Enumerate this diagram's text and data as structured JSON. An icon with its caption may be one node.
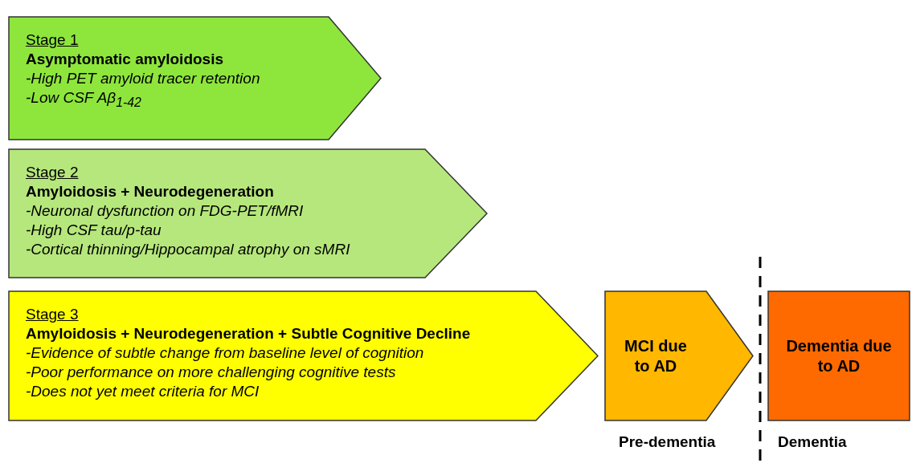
{
  "diagram": {
    "nodes": [
      {
        "text": [
          "Stage 1",
          "Asymptomatic amyloidosis",
          "-High PET amyloid tracer retention",
          "-Low CSF Aβ$_{1-42}$"
        ]
      },
      {
        "text": [
          "Stage 2",
          "Amyloidosis + Neurodegeneration",
          "-Neuronal dysfunction on FDG-PET/fMRI",
          "-High CSF tau/p-tau",
          "-Cortical thinning/Hippocampal atrophy on sMRI"
        ]
      },
      {
        "text": [
          "Stage 3",
          "Amyloidosis + Neurodegeneration + Subtle Cognitive Decline",
          "-Evidence of subtle change from baseline level of cognition",
          "-Poor performance on more challenging cognitive tests",
          "-Does not yet meet criteria for MCI"
        ]
      },
      {
        "text": [
          "MCI due to AD"
        ]
      },
      {
        "text": [
          "Dementia due to AD"
        ]
      }
    ],
    "labels": [
      "Pre-dementia",
      "Dementia"
    ]
  }
}
